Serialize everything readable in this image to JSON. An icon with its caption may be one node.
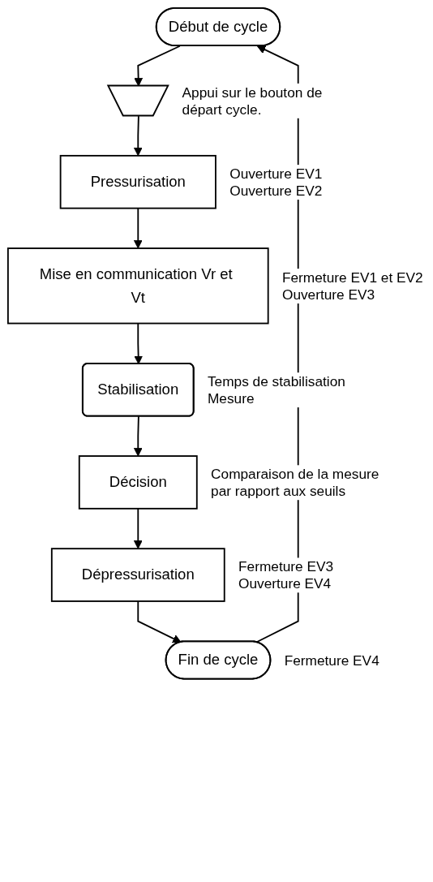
{
  "diagram": {
    "nodes": [
      {
        "text": [
          "Début de cycle"
        ]
      },
      {
        "text": [],
        "shape": "trapezoid",
        "beside": [
          "Appui sur le bouton de départ cycle."
        ]
      },
      {
        "text": [
          "Pressurisation"
        ],
        "beside": [
          "Ouverture EV1",
          "Ouverture EV2"
        ]
      },
      {
        "text": [
          "Mise en communication Vr et Vt"
        ],
        "beside": [
          "Fermeture EV1 et EV2",
          "Ouverture EV3"
        ]
      },
      {
        "text": [
          "Stabilisation"
        ],
        "beside": [
          "Temps de stabilisation",
          "Mesure"
        ]
      },
      {
        "text": [
          "Décision"
        ],
        "beside": [
          "Comparaison de la mesure par rapport aux seuils"
        ]
      },
      {
        "text": [
          "Dépressurisation"
        ],
        "beside": [
          "Fermeture EV3",
          "Ouverture EV4"
        ]
      },
      {
        "text": [
          "Fin de cycle"
        ],
        "beside": [
          "Fermeture EV4"
        ]
      }
    ],
    "edges": [
      {
        "from": 0,
        "to": 1,
        "arrow": "to"
      },
      {
        "from": 1,
        "to": 2,
        "arrow": "to"
      },
      {
        "from": 2,
        "to": 3,
        "arrow": "to"
      },
      {
        "from": 3,
        "to": 4,
        "arrow": "to"
      },
      {
        "from": 4,
        "to": 5,
        "arrow": "to"
      },
      {
        "from": 5,
        "to": 6,
        "arrow": "to"
      },
      {
        "from": 6,
        "to": 7,
        "arrow": "to"
      },
      {
        "from": 7,
        "to": 0,
        "arrow": "to"
      }
    ]
  }
}
